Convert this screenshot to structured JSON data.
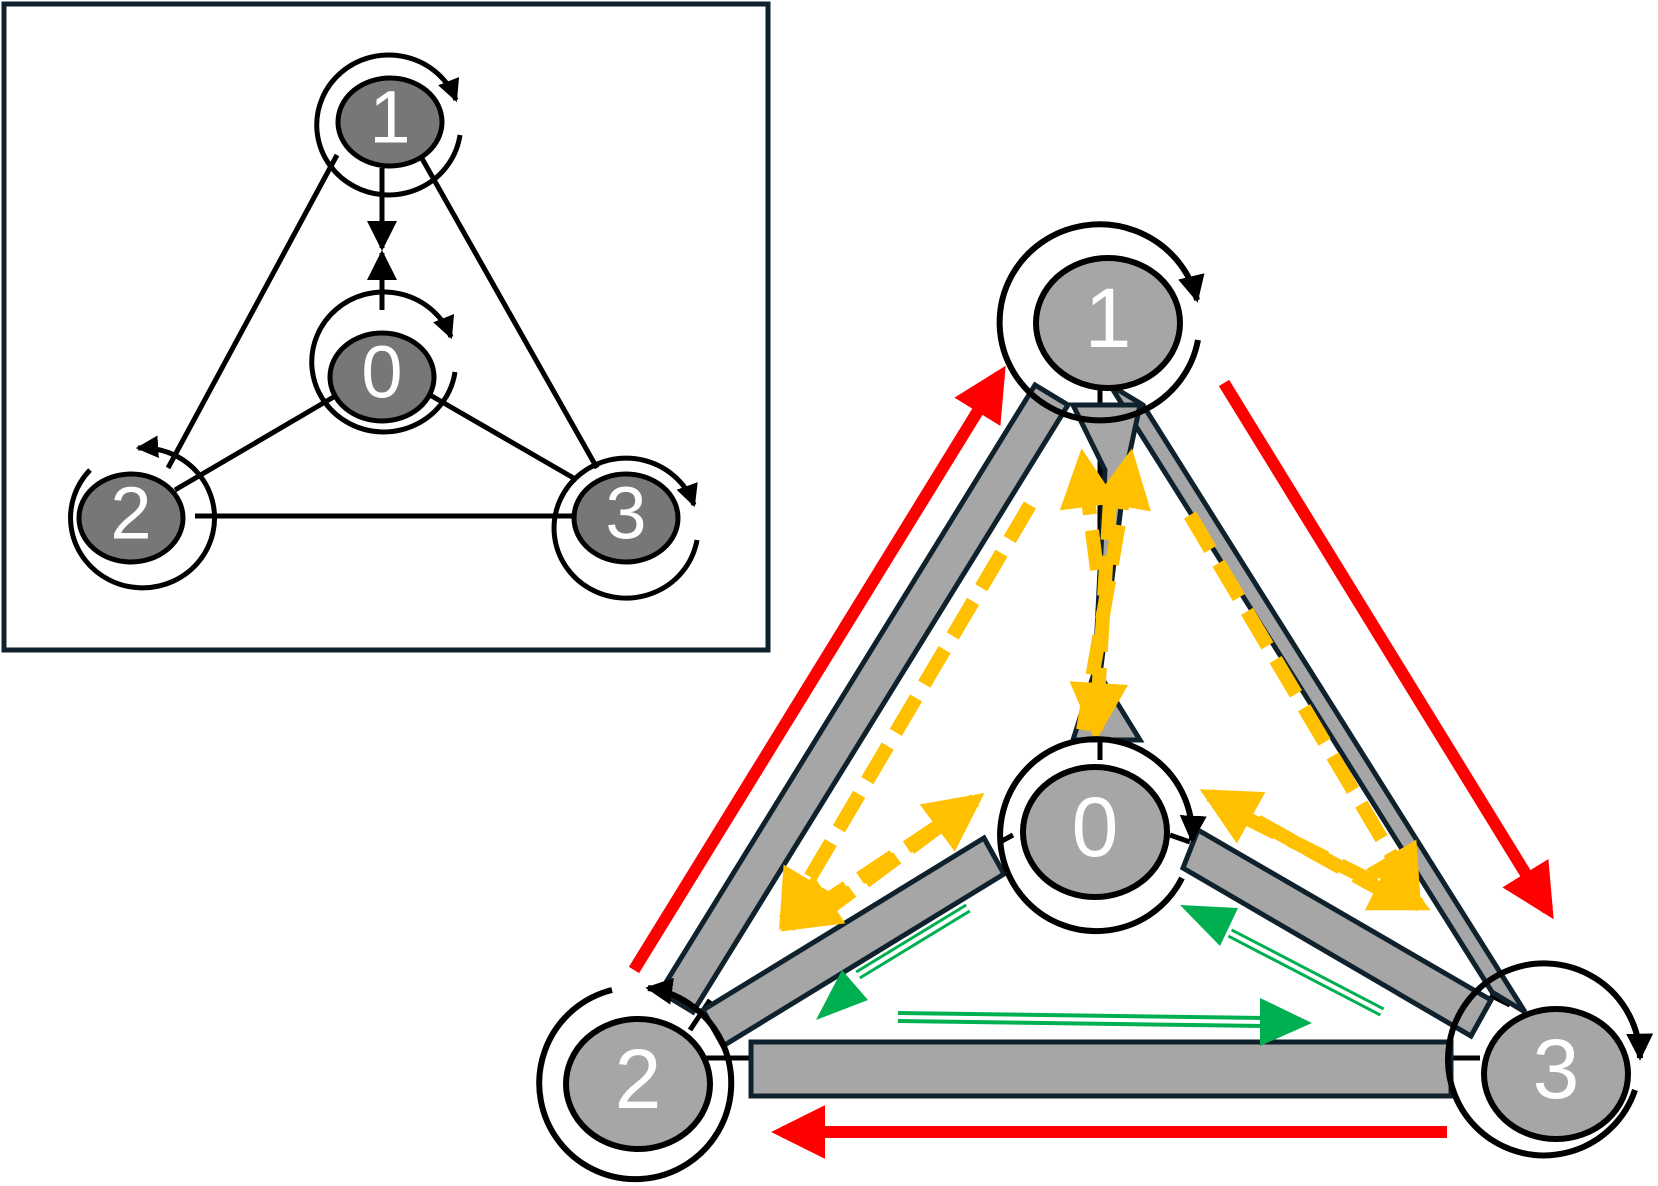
{
  "inset_graph": {
    "nodes": [
      {
        "id": "1",
        "label": "1"
      },
      {
        "id": "0",
        "label": "0"
      },
      {
        "id": "2",
        "label": "2"
      },
      {
        "id": "3",
        "label": "3"
      }
    ],
    "node_fill": "#777777",
    "edges": [
      "1-2",
      "1-3",
      "0-2",
      "0-3",
      "2-3",
      "1-0"
    ],
    "frame_color": "#10212e"
  },
  "main_graph": {
    "nodes": [
      {
        "id": "1",
        "label": "1"
      },
      {
        "id": "0",
        "label": "0"
      },
      {
        "id": "2",
        "label": "2"
      },
      {
        "id": "3",
        "label": "3"
      }
    ],
    "node_fill": "#a6a6a6",
    "bar_fill": "#a6a6a6",
    "bar_outline": "#10212e",
    "colors": {
      "red_arrows": "#ff0000",
      "yellow_dashed_arrows": "#ffc000",
      "green_arrows": "#00b050"
    }
  }
}
